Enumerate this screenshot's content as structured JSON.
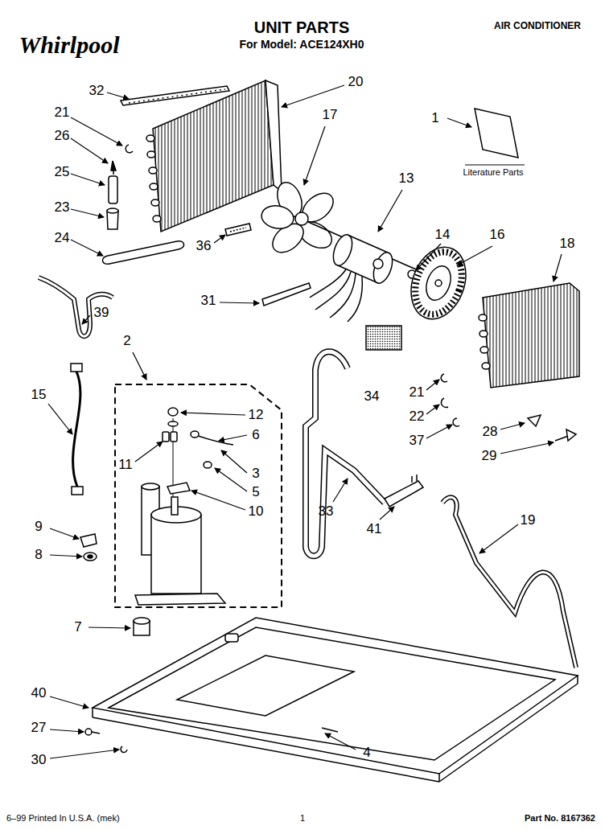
{
  "diagram": {
    "title": "UNIT PARTS",
    "labels": [
      "Whirlpool",
      "For Model: ACE124XH0",
      "AIR CONDITIONER",
      "32",
      "20",
      "17",
      "1",
      "Literature Parts",
      "21",
      "26",
      "25",
      "23",
      "24",
      "13",
      "14",
      "16",
      "18",
      "36",
      "31",
      "39",
      "2",
      "34",
      "21",
      "22",
      "37",
      "28",
      "29",
      "15",
      "12",
      "6",
      "11",
      "3",
      "5",
      "10",
      "33",
      "41",
      "19",
      "9",
      "8",
      "7",
      "40",
      "27",
      "30",
      "4",
      "6–99 Printed In U.S.A. (mek)",
      "1",
      "Part No. 8167362"
    ]
  }
}
